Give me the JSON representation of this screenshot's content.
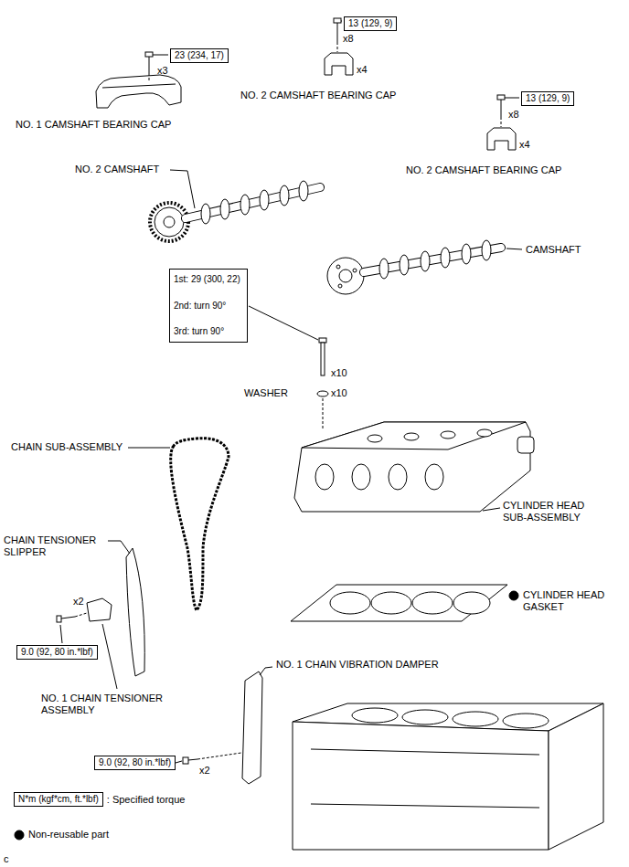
{
  "diagram": {
    "nodes": [
      {
        "text": [
          "13 (129, 9)"
        ]
      },
      {
        "text": [
          "23 (234, 17)"
        ]
      },
      {
        "text": [
          "13 (129, 9)"
        ]
      },
      {
        "text": [
          "1st: 29 (300, 22)",
          "2nd: turn 90°",
          "3rd: turn 90°"
        ]
      },
      {
        "text": [
          "9.0 (92, 80 in.*lbf)"
        ]
      },
      {
        "text": [
          "9.0 (92, 80 in.*lbf)"
        ]
      },
      {
        "text": [
          "N*m (kgf*cm, ft.*lbf)"
        ]
      }
    ],
    "labels": [
      "x3",
      "NO. 1 CAMSHAFT BEARING CAP",
      "x8",
      "x4",
      "NO. 2 CAMSHAFT BEARING CAP",
      "x8",
      "x4",
      "NO. 2 CAMSHAFT BEARING CAP",
      "NO. 2 CAMSHAFT",
      "CAMSHAFT",
      "x10",
      "WASHER",
      "x10",
      "CHAIN SUB-ASSEMBLY",
      "CYLINDER HEAD SUB-ASSEMBLY",
      "CHAIN TENSIONER SLIPPER",
      "CYLINDER HEAD GASKET",
      "x2",
      "NO. 1 CHAIN TENSIONER ASSEMBLY",
      "NO. 1 CHAIN VIBRATION DAMPER",
      "x2",
      "c"
    ],
    "legend": [
      {
        "text": ": Specified torque"
      },
      {
        "text": "Non-reusable part"
      }
    ]
  }
}
